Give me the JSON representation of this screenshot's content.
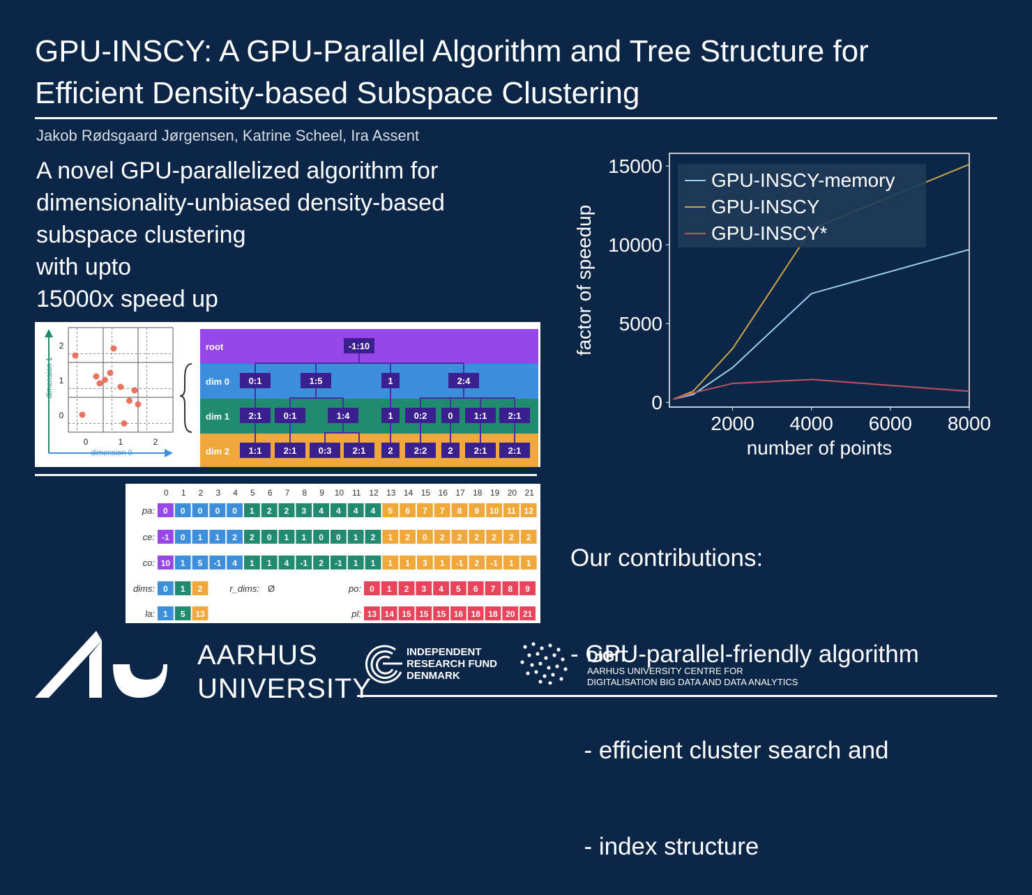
{
  "title": {
    "line1": "GPU-INSCY: A GPU-Parallel Algorithm and Tree Structure for",
    "line2": "Efficient Density-based Subspace Clustering"
  },
  "authors": "Jakob Rødsgaard Jørgensen, Katrine Scheel, Ira Assent",
  "lead": {
    "line1": "A novel GPU-parallelized algorithm for",
    "line2": "dimensionality-unbiased density-based",
    "line3": "subspace clustering",
    "line4": "with upto",
    "line5": "15000x speed up"
  },
  "scatter": {
    "xlabel": "dimension 0",
    "ylabel": "dimension 1",
    "xticks": [
      "0",
      "1",
      "2"
    ],
    "yticks": [
      "2",
      "1",
      "0"
    ],
    "points": [
      [
        0.2,
        2.2
      ],
      [
        1.3,
        2.4
      ],
      [
        0.8,
        1.6
      ],
      [
        1.05,
        1.5
      ],
      [
        1.2,
        1.7
      ],
      [
        1.5,
        1.3
      ],
      [
        0.9,
        1.4
      ],
      [
        1.75,
        0.9
      ],
      [
        1.9,
        1.2
      ],
      [
        2.0,
        0.8
      ],
      [
        1.6,
        0.25
      ],
      [
        0.4,
        0.5
      ]
    ]
  },
  "tree": {
    "levels": [
      "root",
      "dim 0",
      "dim 1",
      "dim 2"
    ],
    "level_colors": [
      "#9747e8",
      "#3d8fdc",
      "#218a6f",
      "#f0a83a"
    ],
    "root": "-1:10",
    "dim0": [
      "0:1",
      "1:5",
      "1",
      "2:4"
    ],
    "dim1": [
      "2:1",
      "0:1",
      "1:4",
      "1",
      "0:2",
      "0",
      "1:1",
      "2:1"
    ],
    "dim2": [
      "1:1",
      "2:1",
      "0:3",
      "2:1",
      "2",
      "2:2",
      "2",
      "2:1",
      "2:1"
    ]
  },
  "arrays": {
    "indices": [
      "0",
      "1",
      "2",
      "3",
      "4",
      "5",
      "6",
      "7",
      "8",
      "9",
      "10",
      "11",
      "12",
      "13",
      "14",
      "15",
      "16",
      "17",
      "18",
      "19",
      "20",
      "21"
    ],
    "pa": {
      "label": "pa:",
      "values": [
        "0",
        "0",
        "0",
        "0",
        "0",
        "1",
        "2",
        "2",
        "3",
        "4",
        "4",
        "4",
        "4",
        "5",
        "6",
        "7",
        "7",
        "8",
        "9",
        "10",
        "11",
        "12"
      ]
    },
    "ce": {
      "label": "ce:",
      "values": [
        "-1",
        "0",
        "1",
        "1",
        "2",
        "2",
        "0",
        "1",
        "1",
        "0",
        "0",
        "1",
        "2",
        "1",
        "2",
        "0",
        "2",
        "2",
        "2",
        "2",
        "2",
        "2"
      ]
    },
    "co": {
      "label": "co:",
      "values": [
        "10",
        "1",
        "5",
        "-1",
        "4",
        "1",
        "1",
        "4",
        "-1",
        "2",
        "-1",
        "1",
        "1",
        "1",
        "1",
        "3",
        "1",
        "-1",
        "2",
        "-1",
        "1",
        "1"
      ]
    },
    "dims": {
      "label": "dims:",
      "values": [
        "0",
        "1",
        "2"
      ]
    },
    "r_dims": {
      "label": "r_dims:",
      "value": "Ø"
    },
    "po": {
      "label": "po:",
      "values": [
        "0",
        "1",
        "2",
        "3",
        "4",
        "5",
        "6",
        "7",
        "8",
        "9"
      ]
    },
    "la": {
      "label": "la:",
      "values": [
        "1",
        "5",
        "13"
      ]
    },
    "pl": {
      "label": "pl:",
      "values": [
        "13",
        "14",
        "15",
        "15",
        "15",
        "16",
        "18",
        "18",
        "20",
        "21"
      ]
    },
    "colors": {
      "purple": "#9747e8",
      "blue": "#3d8fdc",
      "green": "#218a6f",
      "orange": "#f0a83a",
      "red": "#e8455c"
    }
  },
  "chart_data": {
    "type": "line",
    "xlabel": "number of points",
    "ylabel": "factor of speedup",
    "xlim": [
      400,
      8000
    ],
    "ylim": [
      -300,
      15800
    ],
    "xticks": [
      "2000",
      "4000",
      "6000",
      "8000"
    ],
    "yticks": [
      "0",
      "5000",
      "10000",
      "15000"
    ],
    "legend_position": "top-left",
    "series": [
      {
        "name": "GPU-INSCY-memory",
        "color": "#9ecfef",
        "x": [
          500,
          1000,
          2000,
          4000,
          8000
        ],
        "y": [
          200,
          500,
          2200,
          6900,
          9700
        ]
      },
      {
        "name": "GPU-INSCY",
        "color": "#c9a647",
        "x": [
          500,
          1000,
          2000,
          4000,
          8000
        ],
        "y": [
          200,
          700,
          3400,
          11000,
          15100
        ]
      },
      {
        "name": "GPU-INSCY*",
        "color": "#c55160",
        "x": [
          500,
          1000,
          2000,
          4000,
          8000
        ],
        "y": [
          200,
          600,
          1200,
          1450,
          700
        ]
      }
    ]
  },
  "contributions": {
    "line1": "Our contributions:",
    "line2": "- GPU-parallel-friendly algorithm",
    "line3": "  - efficient cluster search and",
    "line4": "  - index structure"
  },
  "logos": {
    "au_line1": "AARHUS",
    "au_line2": "UNIVERSITY",
    "irf_line1": "INDEPENDENT",
    "irf_line2": "RESEARCH FUND",
    "irf_line3": "DENMARK",
    "digit_title": "DIGIT",
    "digit_sub1": "AARHUS UNIVERSITY CENTRE FOR",
    "digit_sub2": "DIGITALISATION BIG DATA AND DATA ANALYTICS"
  }
}
